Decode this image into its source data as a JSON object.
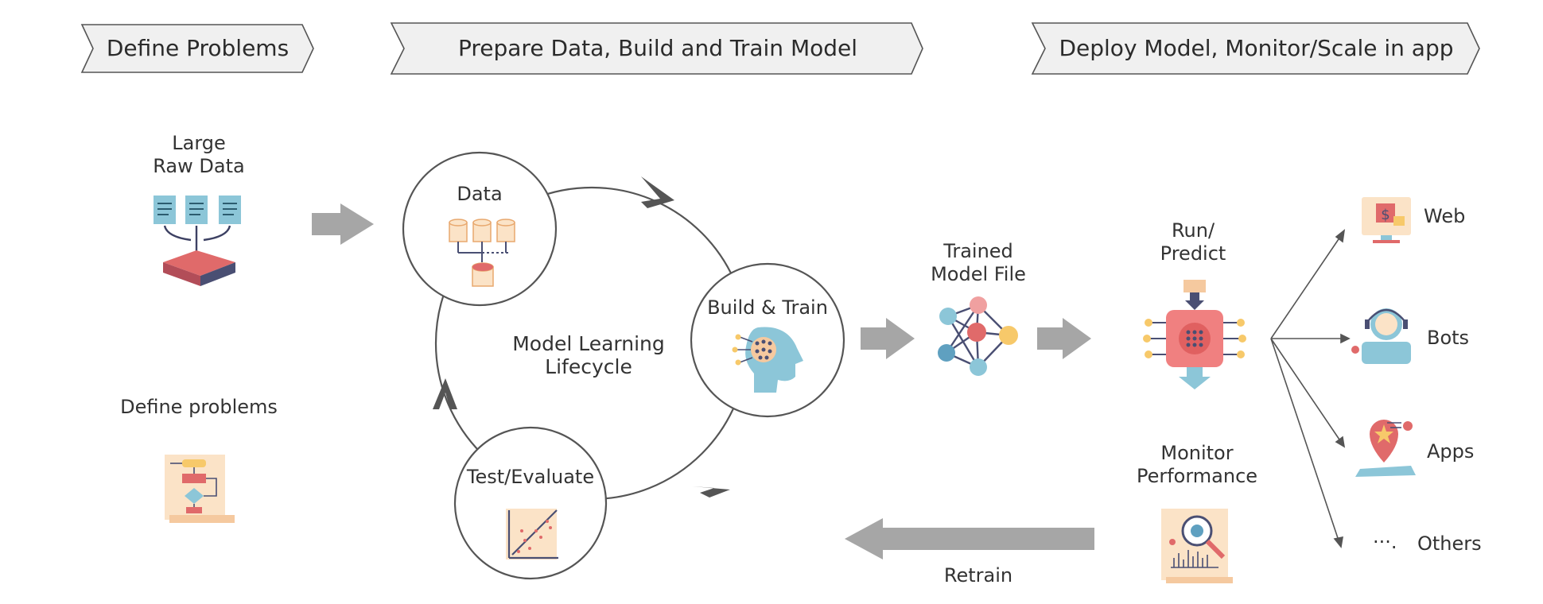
{
  "stages": [
    {
      "label": "Define Problems"
    },
    {
      "label": "Prepare Data, Build and Train Model"
    },
    {
      "label": "Deploy Model, Monitor/Scale in app"
    }
  ],
  "left": {
    "raw_data_label": "Large\nRaw Data",
    "define_label": "Define problems"
  },
  "lifecycle": {
    "center_label": "Model Learning\nLifecycle",
    "data_label": "Data",
    "build_label": "Build & Train",
    "test_label": "Test/Evaluate"
  },
  "trained_label": "Trained\nModel File",
  "run_label": "Run/\nPredict",
  "monitor_label": "Monitor\nPerformance",
  "retrain_label": "Retrain",
  "targets": {
    "web": "Web",
    "bots": "Bots",
    "apps": "Apps",
    "others_dots": "···.",
    "others": "Others"
  },
  "colors": {
    "chevron_fill": "#f0f0f0",
    "arrow_gray": "#a6a6a6",
    "teal": "#5fb0c9",
    "red": "#e06a6a",
    "peach": "#f5c99f",
    "navy": "#4a4f73",
    "yellow": "#f7c96a"
  }
}
